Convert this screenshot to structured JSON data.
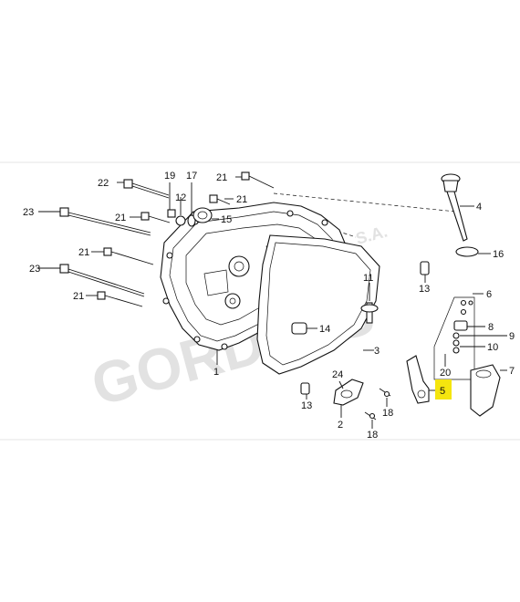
{
  "watermark": {
    "main": "GORDIKIS",
    "suffix": "S.A."
  },
  "callouts": [
    {
      "id": "c22",
      "text": "22"
    },
    {
      "id": "c19",
      "text": "19"
    },
    {
      "id": "c17",
      "text": "17"
    },
    {
      "id": "c21a",
      "text": "21"
    },
    {
      "id": "c12",
      "text": "12"
    },
    {
      "id": "c21b",
      "text": "21"
    },
    {
      "id": "c23a",
      "text": "23"
    },
    {
      "id": "c21c",
      "text": "21"
    },
    {
      "id": "c15",
      "text": "15"
    },
    {
      "id": "c4",
      "text": "4"
    },
    {
      "id": "c21d",
      "text": "21"
    },
    {
      "id": "c16",
      "text": "16"
    },
    {
      "id": "c23b",
      "text": "23"
    },
    {
      "id": "c13a",
      "text": "13"
    },
    {
      "id": "c21e",
      "text": "21"
    },
    {
      "id": "c6",
      "text": "6"
    },
    {
      "id": "c11",
      "text": "11"
    },
    {
      "id": "c8",
      "text": "8"
    },
    {
      "id": "c14",
      "text": "14"
    },
    {
      "id": "c9",
      "text": "9"
    },
    {
      "id": "c10",
      "text": "10"
    },
    {
      "id": "c3",
      "text": "3"
    },
    {
      "id": "c1",
      "text": "1"
    },
    {
      "id": "c20",
      "text": "20"
    },
    {
      "id": "c7",
      "text": "7"
    },
    {
      "id": "c24",
      "text": "24"
    },
    {
      "id": "c5",
      "text": "5"
    },
    {
      "id": "c13b",
      "text": "13"
    },
    {
      "id": "c18a",
      "text": "18"
    },
    {
      "id": "c2",
      "text": "2"
    },
    {
      "id": "c18b",
      "text": "18"
    }
  ],
  "highlight_color": "#f5e50f"
}
